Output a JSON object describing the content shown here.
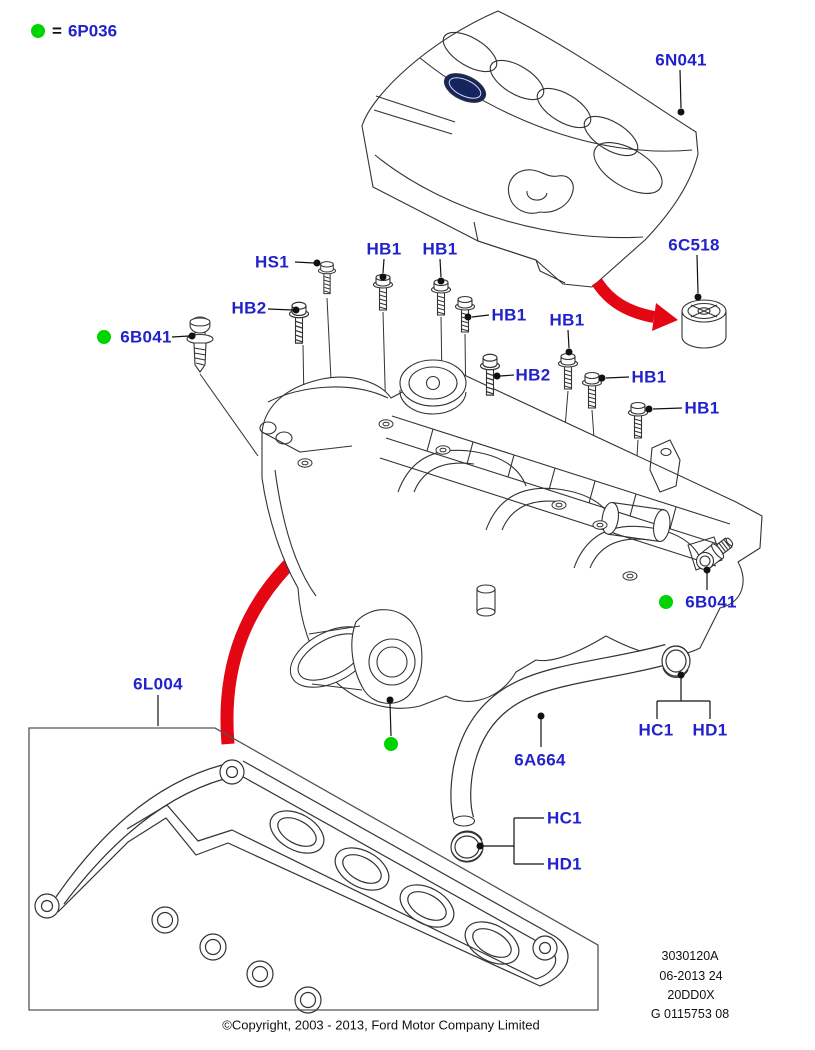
{
  "colors": {
    "label_blue": "#2222cc",
    "marker_green": "#00d400",
    "arrow_red": "#e30613",
    "line_art": "#333333"
  },
  "legend": {
    "equals_sign": "=",
    "part_number": "6P036"
  },
  "part_labels": {
    "engine_cover": "6N041",
    "bushing": "6C518",
    "screw_hs1": "HS1",
    "bolt_hb1_a": "HB1",
    "bolt_hb1_b": "HB1",
    "bolt_hb2_a": "HB2",
    "stud_6b041_a": "6B041",
    "bolt_hb1_c": "HB1",
    "bolt_hb1_d": "HB1",
    "bolt_hb2_b": "HB2",
    "bolt_hb1_e": "HB1",
    "bolt_hb1_f": "HB1",
    "valve_6b041_b": "6B041",
    "gasket": "6L004",
    "hose": "6A664",
    "clamp_right_hc1": "HC1",
    "clamp_right_hd1": "HD1",
    "clamp_bottom_hc1": "HC1",
    "clamp_bottom_hd1": "HD1"
  },
  "footer": {
    "drawing_number": "3030120A",
    "revision_date": "06-2013 24",
    "code": "20DD0X",
    "reference": "G 0115753 08",
    "copyright": "©Copyright, 2003 - 2013, Ford Motor Company Limited"
  }
}
